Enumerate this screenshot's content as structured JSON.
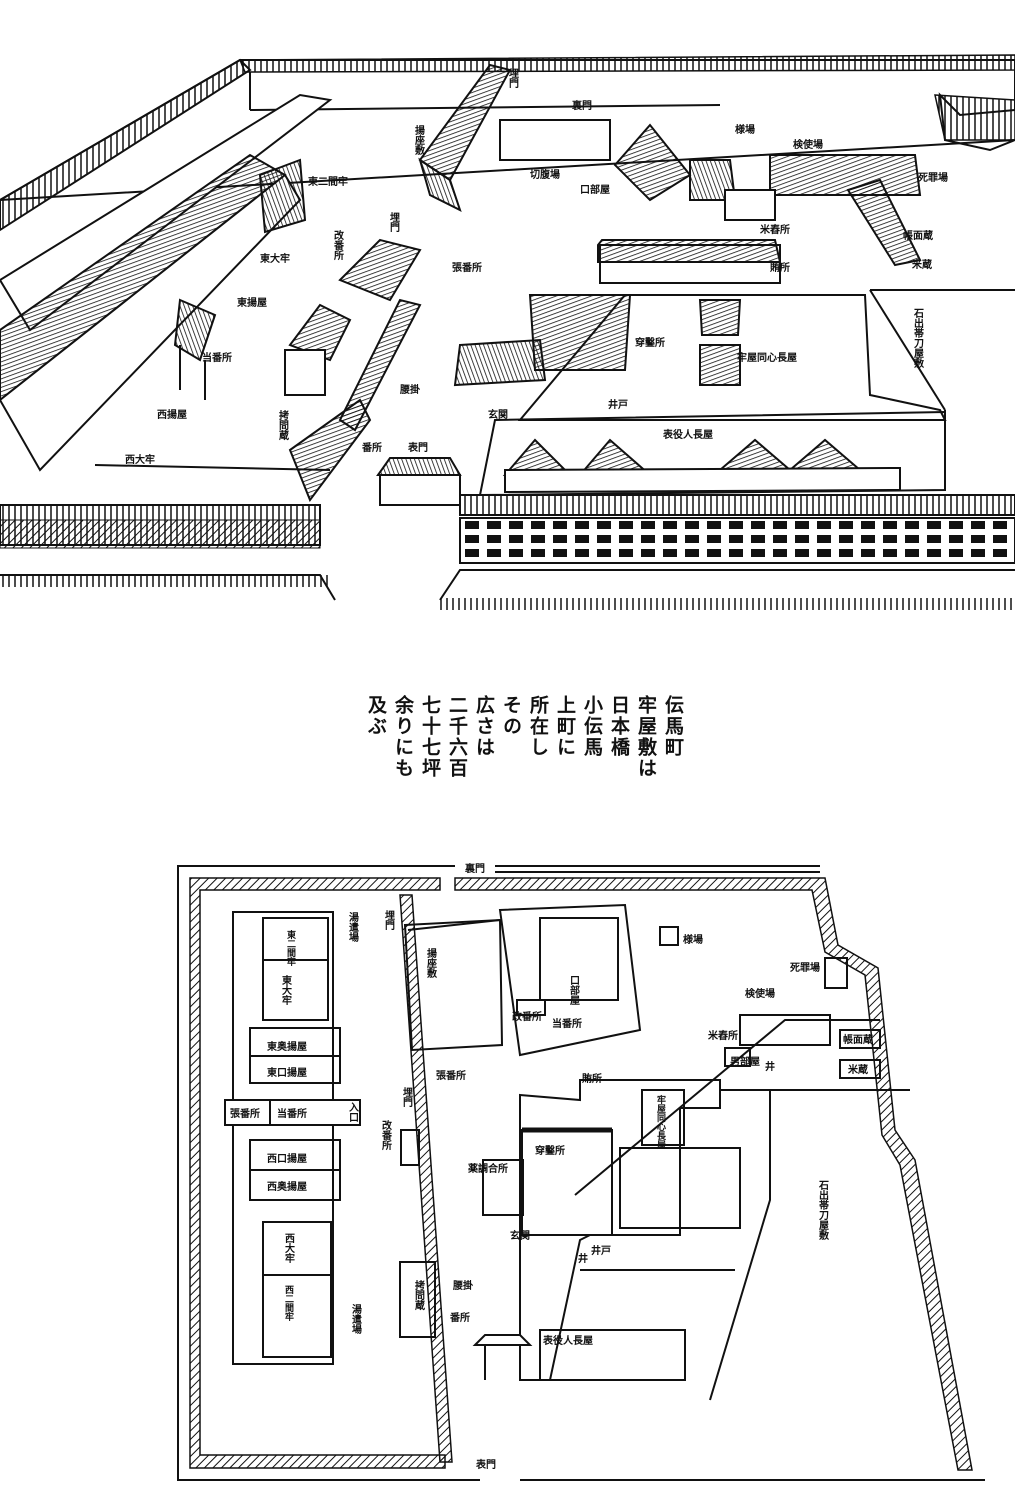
{
  "caption": {
    "columns": [
      "伝馬町",
      "牢屋敷は",
      "日本橋",
      "小伝馬",
      "上町に",
      "所在し",
      "その",
      "広さは",
      "二千六百",
      "七十七坪",
      "余りにも",
      "及ぶ"
    ]
  },
  "perspective_labels": {
    "umemon_top": "埋門",
    "uramon": "裏門",
    "agezashiki": "揚座敷",
    "seppukuba": "切腹場",
    "kuchibeya": "口部屋",
    "higashi_nikenro": "東二間牢",
    "umemon_mid": "埋門",
    "aratamebansho": "改番所",
    "harubansho": "張番所",
    "higashi_oro": "東大牢",
    "higashi_agaya": "東揚屋",
    "tobansho": "当番所",
    "koshikake": "腰掛",
    "genkan": "玄関",
    "gomongura": "拷問蔵",
    "nishi_agaya": "西揚屋",
    "bansho": "番所",
    "omotemon": "表門",
    "nishi_oro": "西大牢",
    "tameshiba": "様場",
    "kenshiba": "検使場",
    "shizaiba": "死罪場",
    "kometsukisho": "米舂所",
    "chomengura": "帳面蔵",
    "komegura": "米蔵",
    "makanaisho": "賄所",
    "ishide_yashiki": "石出帯刀屋敷",
    "sensakusho": "穿鑿所",
    "doshin_nagaya": "牢屋同心長屋",
    "ido": "井戸",
    "yakunin_nagaya": "表役人長屋"
  },
  "plan_labels": {
    "uramon": "裏門",
    "omotemon": "表門",
    "higashi_nikenro": "東二間牢",
    "higashi_oro": "東大牢",
    "higashi_oku_agaya": "東奥揚屋",
    "higashi_kuchi_agaya": "東口揚屋",
    "harubansho_left": "張番所",
    "tobansho_left": "当番所",
    "iriguchi": "入口",
    "nishi_kuchi_agaya": "西口揚屋",
    "nishi_oku_agaya": "西奥揚屋",
    "nishi_oro": "西大牢",
    "nishi_nikenro": "西二間牢",
    "yutsukaiba_top": "湯遣場",
    "yutsukaiba_bottom": "湯遣場",
    "umemon_top": "埋門",
    "agezashiki": "揚座敷",
    "aratamebansho_top": "改番所",
    "tobansho_top": "当番所",
    "kuchibeya": "口部屋",
    "harubansho": "張番所",
    "umemon_mid": "埋門",
    "aratamebansho_mid": "改番所",
    "sensakusho": "穿鑿所",
    "yakuchogosho": "薬調合所",
    "genkan": "玄関",
    "gomongura": "拷問蔵",
    "koshikake": "腰掛",
    "bansho": "番所",
    "yakunin_nagaya": "表役人長屋",
    "tameshiba": "様場",
    "shizaiba": "死罪場",
    "kenshiba": "検使場",
    "kometsukisho": "米舂所",
    "chomengura": "帳面蔵",
    "komegura": "米蔵",
    "otokobeya": "男部屋",
    "makanaisho": "賄所",
    "doshin_nagaya": "牢屋同心長屋",
    "ido": "井戸",
    "ido_mark": "井",
    "ido_mark2": "井",
    "ishide_yashiki": "石出帯刀屋敷"
  }
}
